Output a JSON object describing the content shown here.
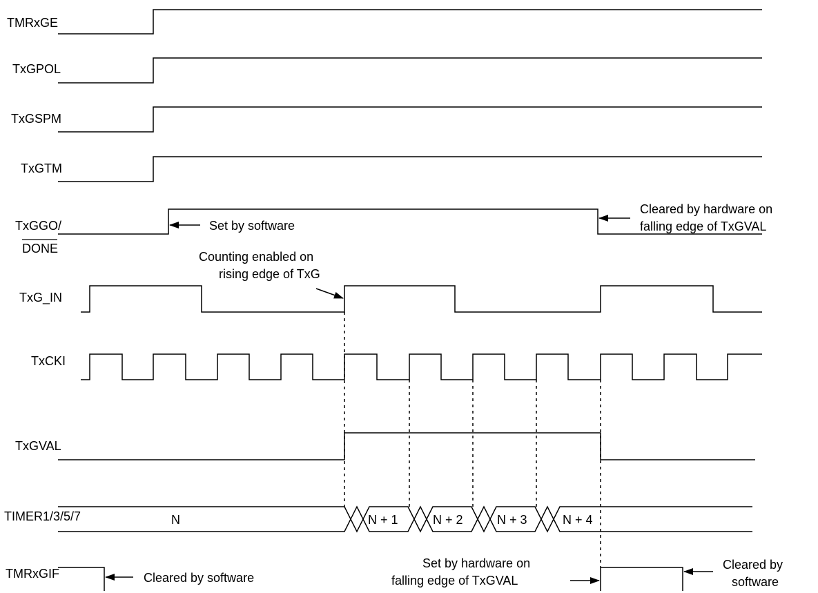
{
  "signals": {
    "tmrxge": "TMRxGE",
    "txgpol": "TxGPOL",
    "txgspm": "TxGSPM",
    "txgtm": "TxGTM",
    "txggo_line1": "TxGGO/",
    "txggo_line2": "DONE",
    "txg_in": "TxG_IN",
    "txcki": "TxCKI",
    "txgval": "TxGVAL",
    "timer": "TIMER1/3/5/7",
    "tmrxgif": "TMRxGIF"
  },
  "timer_values": [
    "N",
    "N + 1",
    "N + 2",
    "N + 3",
    "N + 4"
  ],
  "annotations": {
    "set_by_software": "Set by software",
    "cleared_hw_line1": "Cleared by hardware on",
    "cleared_hw_line2": "falling edge of TxGVAL",
    "counting_line1": "Counting enabled on",
    "counting_line2": "rising edge of TxG",
    "cleared_by_software": "Cleared by software",
    "set_hw_line1": "Set by hardware on",
    "set_hw_line2": "falling edge of TxGVAL",
    "cleared_by_line1": "Cleared by",
    "cleared_by_line2": "software"
  }
}
